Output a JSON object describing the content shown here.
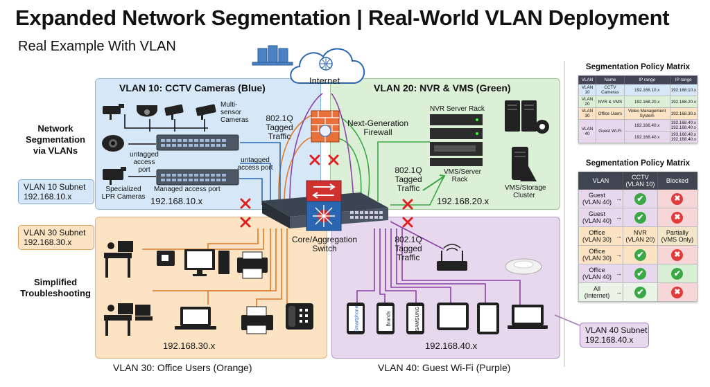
{
  "title": "Expanded Network Segmentation | Real-World VLAN Deployment",
  "subtitle": "Real Example With VLAN",
  "internet": "Internet",
  "firewall": "Next-Generation Firewall",
  "core_switch": "Core/Aggregation Switch",
  "side_labels": {
    "segmentation": "Network Segmentation via VLANs",
    "troubleshooting": "Simplified Troubleshooting"
  },
  "callouts": {
    "vlan10": {
      "title": "VLAN 10 Subnet",
      "subnet": "192.168.10.x"
    },
    "vlan30": {
      "title": "VLAN 30 Subnet",
      "subnet": "192.168.30.x"
    },
    "vlan40": {
      "title": "VLAN 40 Subnet",
      "subnet": "192.168.40.x"
    }
  },
  "zones": {
    "vlan10": {
      "title": "VLAN 10: CCTV Cameras (Blue)",
      "labels": {
        "multisensor": "Multi-sensor Cameras",
        "tagged": "802.1Q Tagged Traffic",
        "untagged_access": "untagged access port",
        "untagged_access2": "untagged access port",
        "managed": "Managed access port",
        "lpr": "Specialized LPR Cameras"
      },
      "subnet": "192.168.10.x"
    },
    "vlan20": {
      "title": "VLAN 20: NVR & VMS (Green)",
      "labels": {
        "nvr_rack": "NVR Server Rack",
        "vms_rack": "VMS/Server Rack",
        "storage": "VMS/Storage Cluster",
        "tagged": "802.1Q Tagged Traffic"
      },
      "subnet": "192.168.20.x"
    },
    "vlan30": {
      "title": "VLAN 30: Office Users (Orange)",
      "subnet": "192.168.30.x"
    },
    "vlan40": {
      "title": "VLAN 40: Guest Wi-Fi (Purple)",
      "labels": {
        "tagged": "802.1Q Tagged Traffic",
        "brand1": "Smartphone",
        "brand2": "Brands",
        "brand3": "SAMSUNG"
      },
      "subnet": "192.168.40.x"
    }
  },
  "matrix1": {
    "title": "Segmentation Policy Matrix",
    "headers": [
      "VLAN",
      "Name",
      "IP range",
      "IP range"
    ],
    "rows": [
      {
        "vlan": "VLAN 10",
        "name": "CCTV Cameras",
        "ip1": "192.168.10.x",
        "ip2": "192.168.10.x"
      },
      {
        "vlan": "VLAN 20",
        "name": "NVR & VMS",
        "ip1": "192.168.20.x",
        "ip2": "192.168.20.x"
      },
      {
        "vlan": "VLAN 30",
        "name": "Office Users",
        "ip1": "Video Management System",
        "ip2": "192.168.30.x"
      },
      {
        "vlan": "VLAN 40",
        "name": "Guest Wi-Fi",
        "ip1a": "192.166.40.x",
        "ip1b": "192.168.40.x",
        "ip2a": "192.168.40.x",
        "ip2b": "192.168.40.x",
        "ip2c": "193.168.40.x",
        "ip2d": "192.168.40.x"
      }
    ]
  },
  "matrix2": {
    "title": "Segmentation Policy Matrix",
    "headers": [
      "VLAN",
      "CCTV (VLAN 10)",
      "Blocked"
    ],
    "rows": [
      {
        "from": "Guest (VLAN 40)",
        "target": "",
        "target_ok": true,
        "blocked": "",
        "blocked_state": "no"
      },
      {
        "from": "Guest (VLAN 40)",
        "target": "",
        "target_ok": true,
        "blocked": "",
        "blocked_state": "no"
      },
      {
        "from": "Office (VLAN 30)",
        "target": "NVR (VLAN 20)",
        "target_ok": false,
        "blocked": "Partially (VMS Only)",
        "blocked_state": "partial"
      },
      {
        "from": "Office (VLAN 30)",
        "target": "",
        "target_ok": true,
        "blocked": "",
        "blocked_state": "no"
      },
      {
        "from": "Office (VLAN 40)",
        "target": "",
        "target_ok": true,
        "blocked": "",
        "blocked_state": "ok"
      },
      {
        "from": "All (Internet)",
        "target": "",
        "target_ok": true,
        "blocked": "",
        "blocked_state": "no"
      }
    ]
  },
  "colors": {
    "vlan10": "#d6e8f7",
    "vlan20": "#dcefd7",
    "vlan30": "#fbe3c4",
    "vlan40": "#e7d8ee",
    "blocked_x": "#e02020",
    "ok": "#3aa845"
  }
}
